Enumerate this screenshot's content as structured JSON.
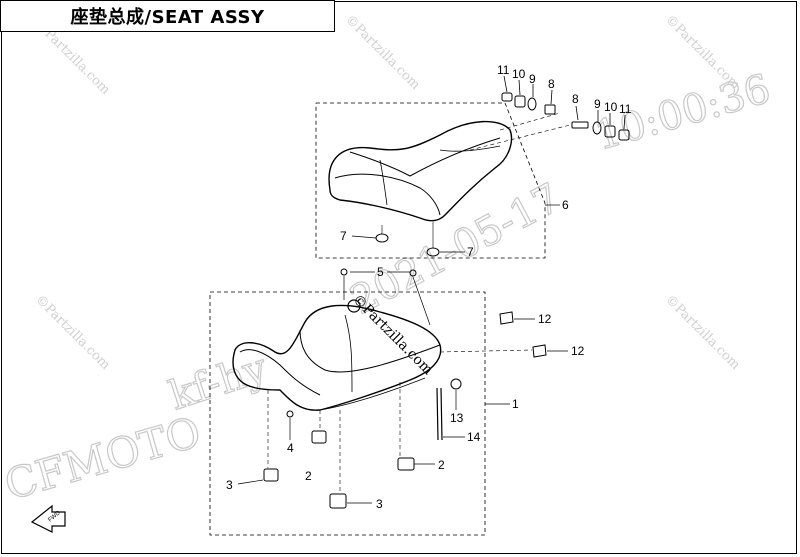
{
  "title": "座垫总成/SEAT ASSY",
  "watermarks": {
    "timestamp": "10:00:36",
    "date": "2021-05-17",
    "brand": "CFMOTO",
    "user": "kf-hy",
    "site": "©Partzilla.com"
  },
  "callouts": {
    "c1": "1",
    "c2a": "2",
    "c2b": "2",
    "c3a": "3",
    "c3b": "3",
    "c4": "4",
    "c5": "5",
    "c6": "6",
    "c7a": "7",
    "c7b": "7",
    "c8a": "8",
    "c8b": "8",
    "c9a": "9",
    "c9b": "9",
    "c10a": "10",
    "c10b": "10",
    "c11a": "11",
    "c11b": "11",
    "c12a": "12",
    "c12b": "12",
    "c13": "13",
    "c14": "14"
  },
  "fwd_label": "FWD",
  "colors": {
    "line": "#000000",
    "watermark": "#c8c8c8"
  }
}
